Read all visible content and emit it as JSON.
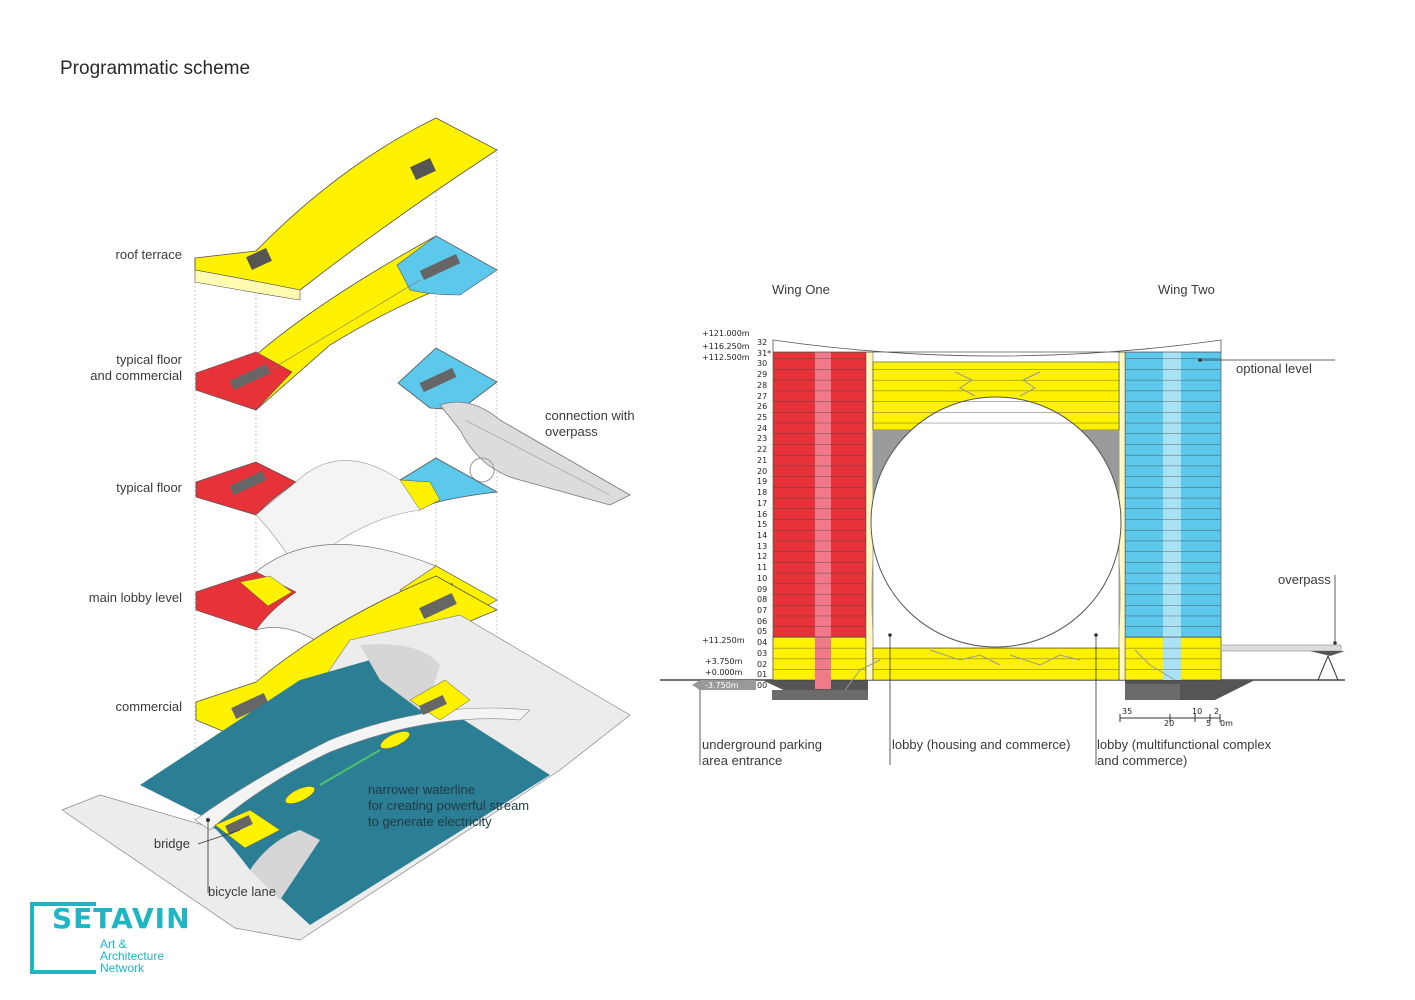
{
  "title": "Programmatic scheme",
  "left_labels": {
    "roof_terrace": "roof terrace",
    "typical_commercial": "typical floor\nand commercial",
    "typical_floor": "typical floor",
    "main_lobby": "main lobby level",
    "commercial": "commercial",
    "bridge": "bridge",
    "bicycle_lane": "bicycle lane",
    "connection": "connection with\noverpass",
    "waterline": "narrower waterline\nfor creating powerful stream\nto generate electricity"
  },
  "section": {
    "wing_one": "Wing One",
    "wing_two": "Wing Two",
    "optional_level": "optional level",
    "overpass": "overpass",
    "parking": "underground parking\narea entrance",
    "lobby_housing": "lobby (housing and commerce)",
    "lobby_multi": "lobby (multifunctional complex\nand commerce)",
    "elevations": [
      "+121.000m",
      "+116.250m",
      "+112.500m",
      "+11.250m",
      "+3.750m",
      "+0.000m",
      "-3.750m"
    ],
    "floors": [
      "32",
      "31*",
      "30",
      "29",
      "28",
      "27",
      "26",
      "25",
      "24",
      "23",
      "22",
      "21",
      "20",
      "19",
      "18",
      "17",
      "16",
      "15",
      "14",
      "13",
      "12",
      "11",
      "10",
      "09",
      "08",
      "07",
      "06",
      "05",
      "04",
      "03",
      "02",
      "01",
      "00"
    ],
    "scale_top": [
      "35",
      "10",
      "2"
    ],
    "scale_bottom": [
      "20",
      "5",
      "0m"
    ]
  },
  "logo": {
    "name": "SETAVIN",
    "line1": "Art &",
    "line2": "Architecture",
    "line3": "Network"
  },
  "colors": {
    "yellow": "#fff200",
    "red": "#e8323a",
    "pink": "#f07a8a",
    "blue": "#5bc8ec",
    "lightblue": "#a8e2f4",
    "water": "#2c7e95",
    "grey": "#9a9a9a",
    "logo": "#1fb6c4"
  }
}
